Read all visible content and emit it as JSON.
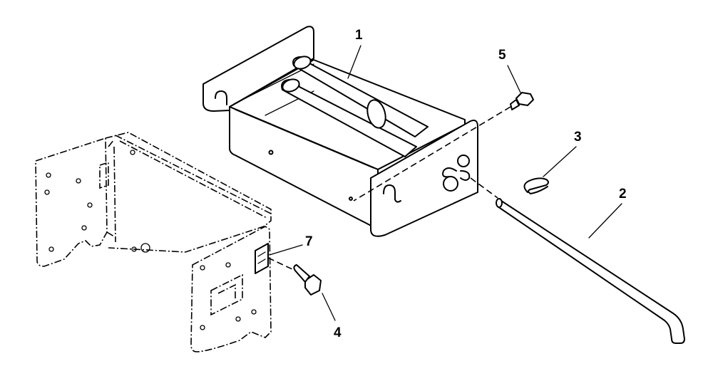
{
  "callouts": {
    "c1": "1",
    "c2": "2",
    "c3": "3",
    "c4": "4",
    "c5": "5",
    "c7": "7"
  },
  "parts": {
    "bracket_body": "mounting-bracket",
    "hitch_frame": "hitch-frame",
    "pin": "hitch-pin",
    "clip": "hair-pin-clip",
    "bolt_small": "cap-screw",
    "bolt_shoulder": "shoulder-bolt",
    "cage_nut": "cage-nut"
  }
}
